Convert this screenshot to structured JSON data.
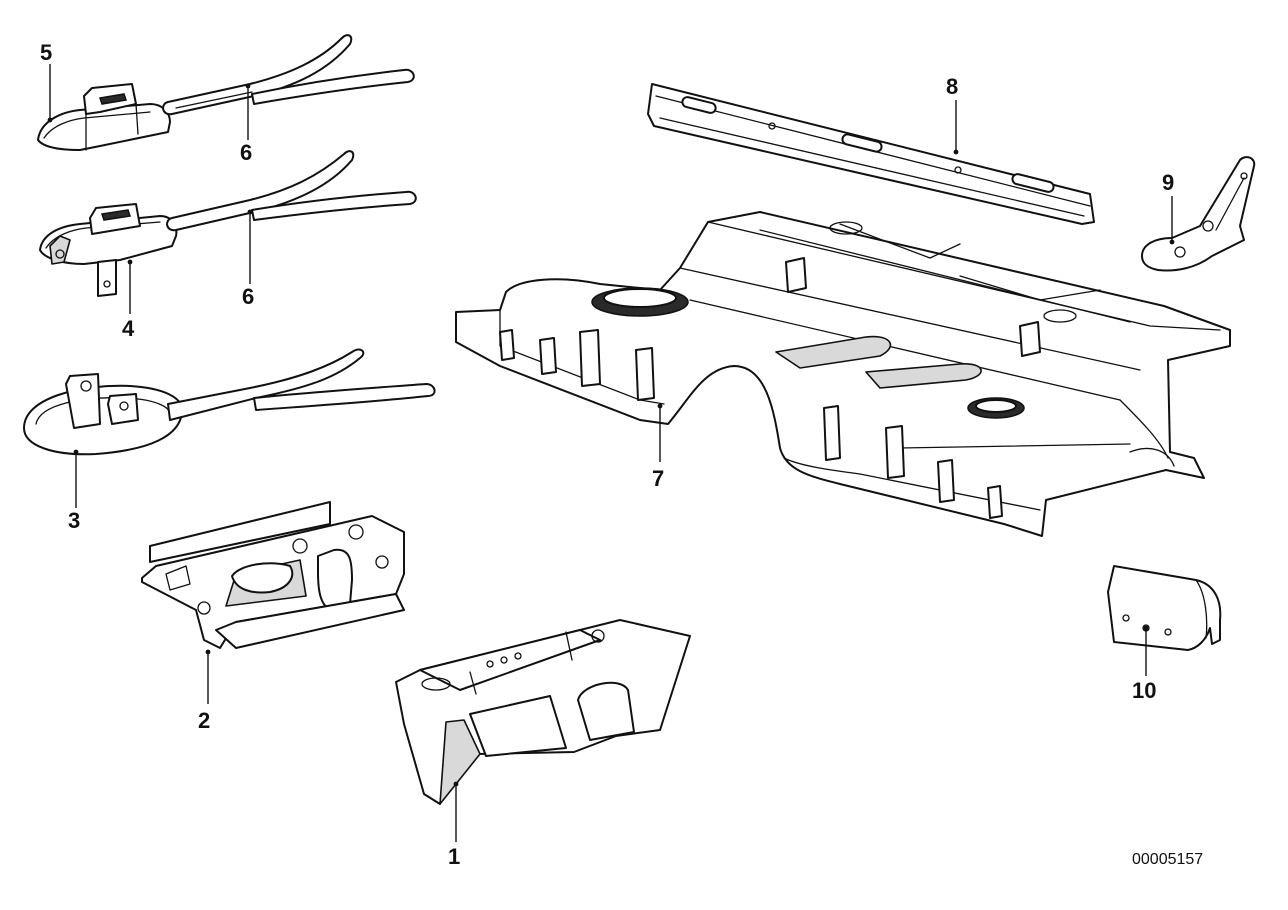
{
  "diagram": {
    "reference_number": "00005157",
    "callouts": [
      {
        "id": "1",
        "label": "1"
      },
      {
        "id": "2",
        "label": "2"
      },
      {
        "id": "3",
        "label": "3"
      },
      {
        "id": "4",
        "label": "4"
      },
      {
        "id": "5",
        "label": "5"
      },
      {
        "id": "6a",
        "label": "6"
      },
      {
        "id": "6b",
        "label": "6"
      },
      {
        "id": "7",
        "label": "7"
      },
      {
        "id": "8",
        "label": "8"
      },
      {
        "id": "9",
        "label": "9"
      },
      {
        "id": "10",
        "label": "10"
      }
    ]
  }
}
